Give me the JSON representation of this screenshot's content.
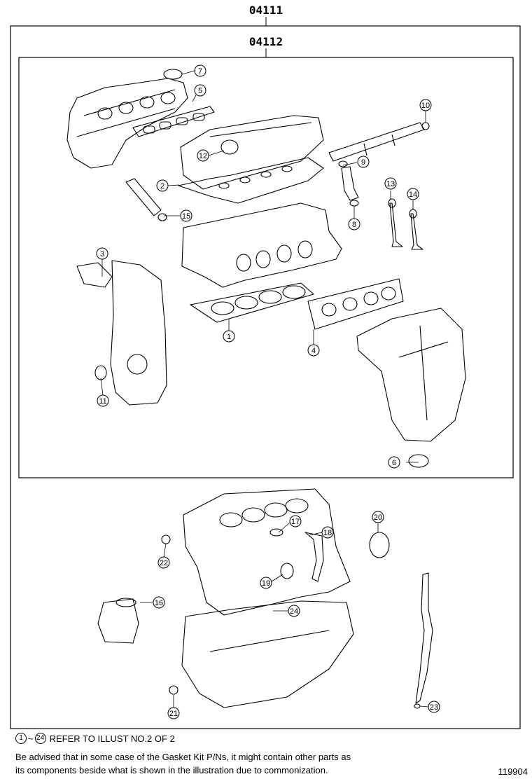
{
  "header": {
    "kit_code": "04111",
    "subkit_code": "04112"
  },
  "callouts": [
    "1",
    "2",
    "3",
    "4",
    "5",
    "6",
    "7",
    "8",
    "9",
    "10",
    "11",
    "12",
    "13",
    "14",
    "15",
    "16",
    "17",
    "18",
    "19",
    "20",
    "21",
    "22",
    "23",
    "24"
  ],
  "footer": {
    "ref_start": "1",
    "ref_tilde": "~",
    "ref_end": "24",
    "ref_text": "REFER TO ILLUST NO.2 OF 2",
    "note_line1": "Be advised that in some case of the Gasket Kit P/Ns,  it might contain other parts as",
    "note_line2": "its components beside what is shown in the illustration due to commonization.",
    "illustration_id": "119904"
  }
}
